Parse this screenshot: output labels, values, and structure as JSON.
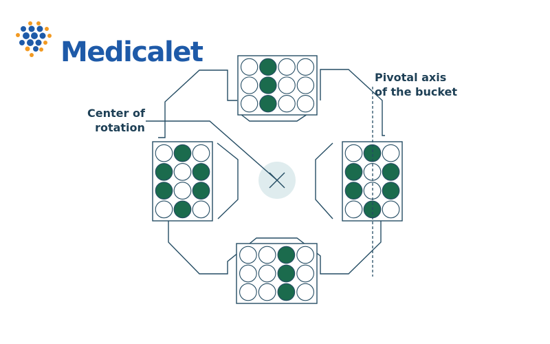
{
  "brand": {
    "name": "Medicalet",
    "primary_color": "#1e5aa8",
    "accent_color": "#f29a22"
  },
  "colors": {
    "line": "#244c63",
    "filled_well": "#1b6b4d",
    "empty_well": "#ffffff",
    "center_disc": "#dfecee",
    "label_text": "#1d3f55"
  },
  "labels": {
    "center": {
      "line1": "Center of",
      "line2": "rotation"
    },
    "pivot": {
      "line1": "Pivotal axis",
      "line2": "of the bucket"
    }
  },
  "plates": {
    "top": {
      "orientation": "landscape",
      "cols": 4,
      "rows": 3,
      "filled": [
        [
          0,
          1
        ],
        [
          1,
          1
        ],
        [
          2,
          1
        ]
      ]
    },
    "left": {
      "orientation": "portrait",
      "cols": 3,
      "rows": 4,
      "filled": [
        [
          0,
          1
        ],
        [
          1,
          0
        ],
        [
          1,
          2
        ],
        [
          2,
          0
        ],
        [
          2,
          2
        ],
        [
          3,
          1
        ]
      ]
    },
    "right": {
      "orientation": "portrait",
      "cols": 3,
      "rows": 4,
      "filled": [
        [
          0,
          1
        ],
        [
          1,
          0
        ],
        [
          1,
          2
        ],
        [
          2,
          0
        ],
        [
          2,
          2
        ],
        [
          3,
          1
        ]
      ]
    },
    "bottom": {
      "orientation": "landscape",
      "cols": 4,
      "rows": 3,
      "filled": [
        [
          0,
          2
        ],
        [
          1,
          2
        ],
        [
          2,
          2
        ]
      ]
    }
  }
}
